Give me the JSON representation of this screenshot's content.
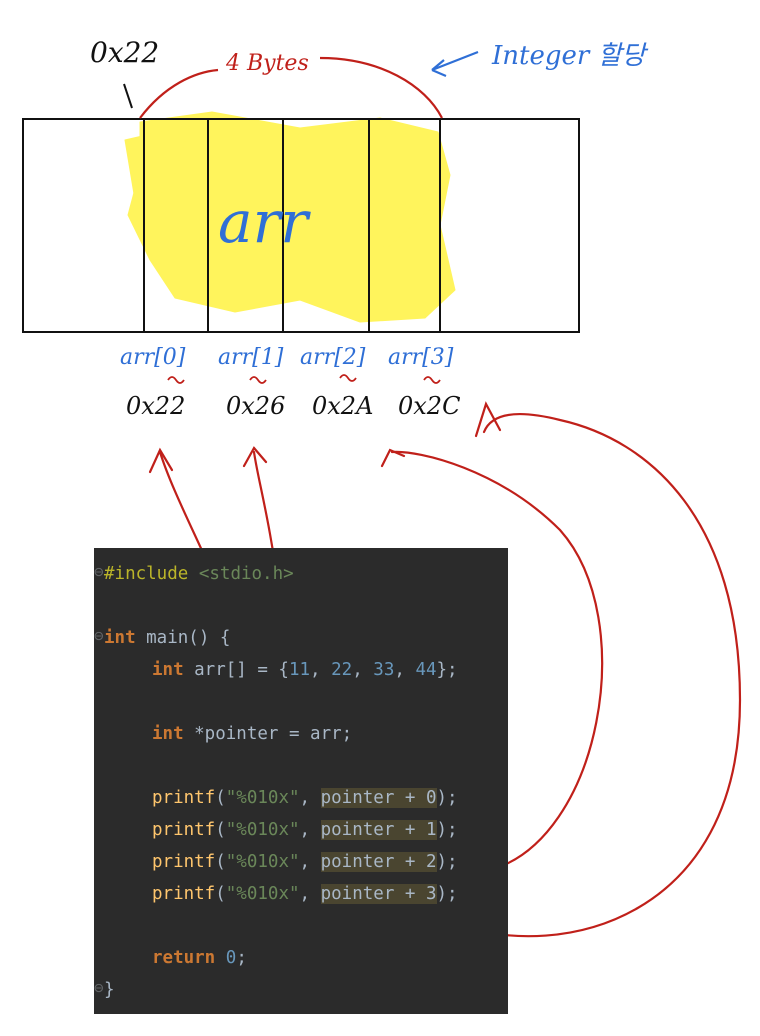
{
  "annotations": {
    "top_address": "0x22",
    "size_label": "4 Bytes",
    "integer_note": "Integer 할당",
    "array_name": "arr"
  },
  "cells": [
    {
      "label": "arr[0]",
      "address": "0x22"
    },
    {
      "label": "arr[1]",
      "address": "0x26"
    },
    {
      "label": "arr[2]",
      "address": "0x2A"
    },
    {
      "label": "arr[3]",
      "address": "0x2C"
    }
  ],
  "code": {
    "include_directive": "#include",
    "include_header": "<stdio.h>",
    "main_type": "int",
    "main_sig": " main() {",
    "arr_type": "int",
    "arr_decl": " arr[] = {",
    "arr_values": [
      "11",
      "22",
      "33",
      "44"
    ],
    "arr_end": "};",
    "ptr_type": "int",
    "ptr_decl": " *pointer = arr;",
    "printf_fn": "printf",
    "printf_fmt": "\"%010x\"",
    "printf_args": [
      "pointer + 0",
      "pointer + 1",
      "pointer + 2",
      "pointer + 3"
    ],
    "return_kw": "return",
    "return_val": "0",
    "close_brace": "}"
  },
  "colors": {
    "highlighter": "#fff45c",
    "red_ink": "#c0201a",
    "blue_ink": "#2f6fd6",
    "code_bg": "#2b2b2b"
  }
}
